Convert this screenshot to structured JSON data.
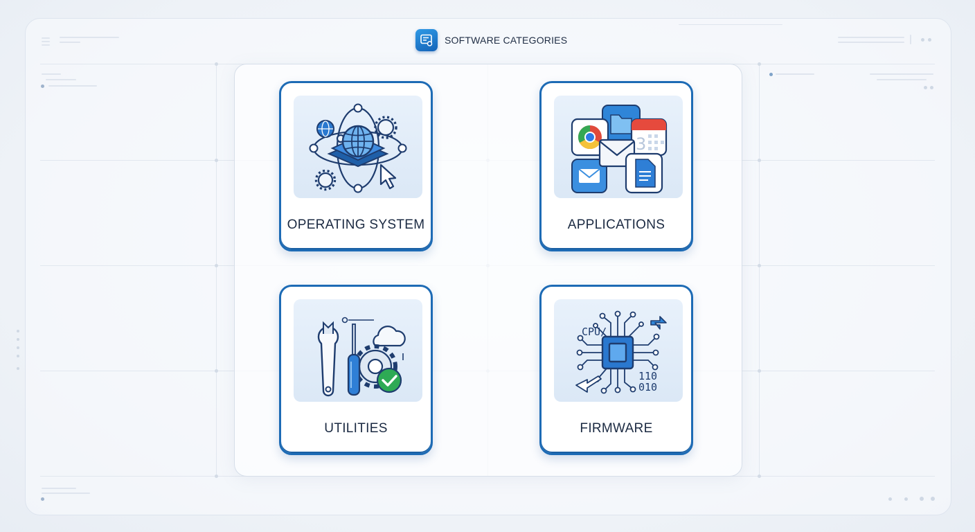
{
  "header": {
    "title": "SOFTWARE CATEGORIES",
    "icon": "software-list-icon"
  },
  "categories": [
    {
      "label": "OPERATING SYSTEM",
      "icon": "operating-system-icon"
    },
    {
      "label": "APPLICATIONS",
      "icon": "applications-icon"
    },
    {
      "label": "UTILITIES",
      "icon": "utilities-icon"
    },
    {
      "label": "FIRMWARE",
      "icon": "firmware-chip-icon"
    }
  ],
  "firmware_icon_text": {
    "cpu": "CPU/",
    "bits_top": "110",
    "bits_bottom": "010"
  },
  "applications_icon_text": {
    "calendar_day": "3"
  },
  "colors": {
    "accent": "#1d6bb5",
    "accent_light": "#2f9ae6",
    "tile_bg": "#e3edf8",
    "text": "#1b2a42",
    "success": "#2eaa55"
  }
}
